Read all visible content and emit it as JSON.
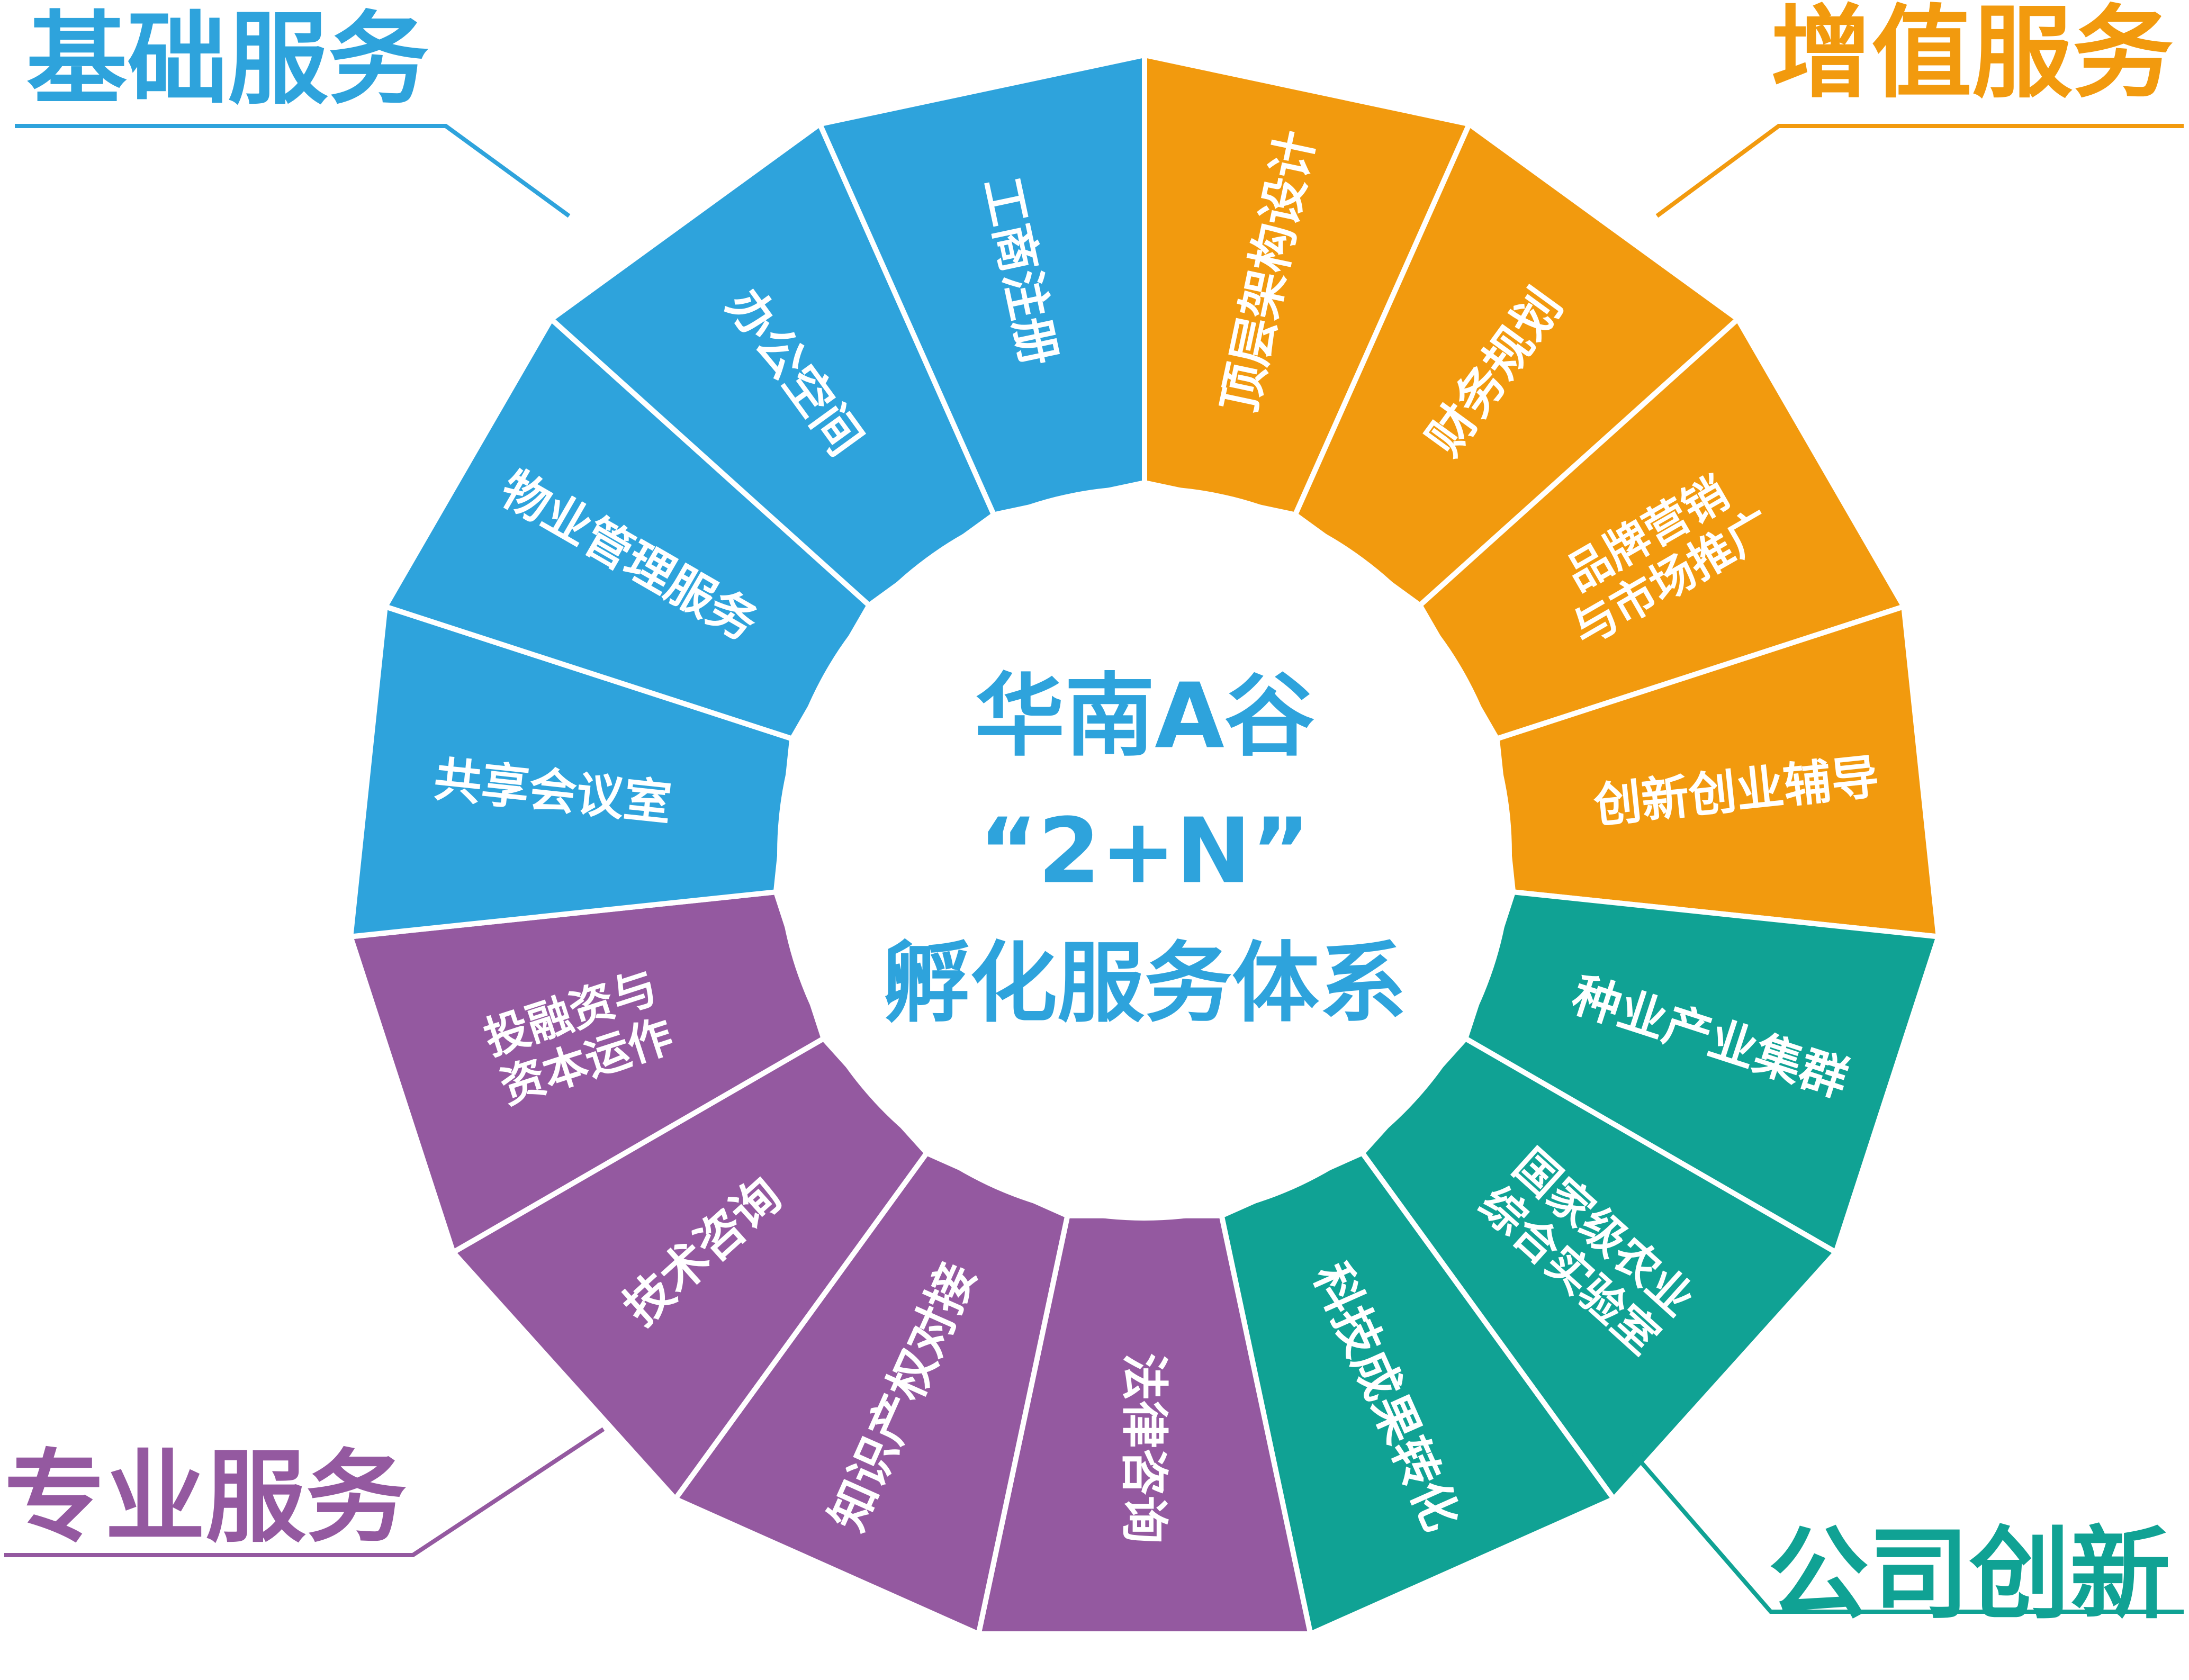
{
  "center": {
    "line1": "华南A谷",
    "line2": "“2+N”",
    "line3": "孵化服务体系",
    "color": "#2ea3dc"
  },
  "groups": [
    {
      "key": "basic",
      "title": "基础服务",
      "color": "#2ea3dc",
      "items": [
        {
          "label": "共享会议室",
          "lines": [
            "共享会议室"
          ]
        },
        {
          "label": "物业管理服务",
          "lines": [
            "物业管理服务"
          ]
        },
        {
          "label": "办公空间",
          "lines": [
            "办公空间"
          ]
        },
        {
          "label": "工商注册",
          "lines": [
            "工商注册"
          ]
        }
      ]
    },
    {
      "key": "value-added",
      "title": "增值服务",
      "color": "#f29a0e",
      "items": [
        {
          "label": "顶层架构设计",
          "lines": [
            "顶层架构设计"
          ]
        },
        {
          "label": "财务规划",
          "lines": [
            "财务规划"
          ]
        },
        {
          "label": "品牌营销与市场推广",
          "lines": [
            "品牌营销",
            "与市场推广"
          ]
        },
        {
          "label": "创新创业辅导",
          "lines": [
            "创新创业辅导"
          ]
        }
      ]
    },
    {
      "key": "innovation",
      "title": "公司创新",
      "color": "#10a294",
      "items": [
        {
          "label": "种业产业集群",
          "lines": [
            "种业产业集群"
          ]
        },
        {
          "label": "国家级农业综合实验室",
          "lines": [
            "国家级农业",
            "综合实验室"
          ]
        },
        {
          "label": "科技成果转化",
          "lines": [
            "科技成果转化"
          ]
        }
      ]
    },
    {
      "key": "professional",
      "title": "专业服务",
      "color": "#9459a0",
      "items": [
        {
          "label": "法律咨询",
          "lines": [
            "法律咨询"
          ]
        },
        {
          "label": "知识产权对接",
          "lines": [
            "知识产权对接"
          ]
        },
        {
          "label": "技术咨询",
          "lines": [
            "技术咨询"
          ]
        },
        {
          "label": "投融资与资本运作",
          "lines": [
            "投融资与",
            "资本运作"
          ]
        }
      ]
    }
  ]
}
